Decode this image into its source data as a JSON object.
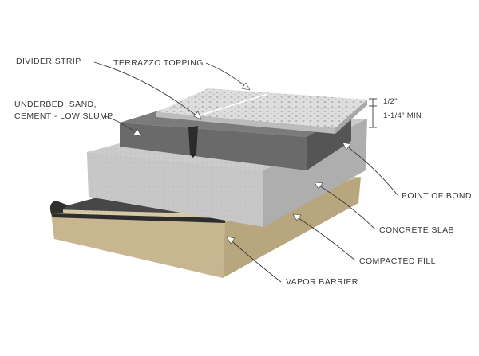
{
  "labels": {
    "divider_strip": "DIVIDER STRIP",
    "terrazzo_topping": "TERRAZZO TOPPING",
    "underbed_line1": "UNDERBED: SAND,",
    "underbed_line2": "CEMENT - LOW SLUMP",
    "point_of_bond": "POINT OF BOND",
    "concrete_slab": "CONCRETE SLAB",
    "compacted_fill": "COMPACTED FILL",
    "vapor_barrier": "VAPOR BARRIER"
  },
  "dimensions": {
    "topping": "1/2\"",
    "underbed": "1-1/4\" MIN"
  },
  "colors": {
    "terrazzo": "#dcdcdc",
    "underbed": "#6e6e6e",
    "concrete": "#c9c9c9",
    "vapor_barrier": "#3c3c3c",
    "fill": "#d8c9a8"
  }
}
